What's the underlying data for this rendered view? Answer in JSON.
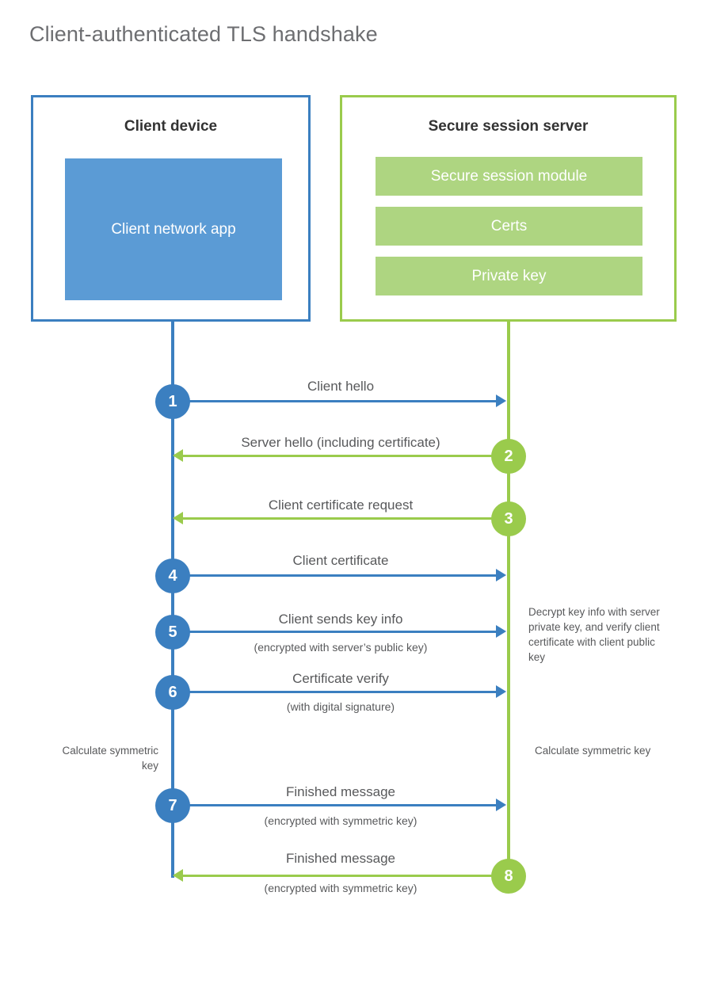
{
  "title": "Client-authenticated TLS handshake",
  "colors": {
    "client_blue": "#3b7fc0",
    "client_app_fill": "#5b9bd5",
    "server_green": "#9acb4c",
    "server_module_fill": "#aed581",
    "text": "#58595b",
    "title_text": "#6d6e71"
  },
  "actors": {
    "client": {
      "title": "Client device",
      "app_label": "Client network app"
    },
    "server": {
      "title": "Secure session server",
      "modules": [
        {
          "label": "Secure session module"
        },
        {
          "label": "Certs"
        },
        {
          "label": "Private key"
        }
      ]
    }
  },
  "steps": [
    {
      "number": "1",
      "label": "Client hello",
      "sublabel": "",
      "from": "client",
      "to": "server"
    },
    {
      "number": "2",
      "label": "Server hello (including certificate)",
      "sublabel": "",
      "from": "server",
      "to": "client"
    },
    {
      "number": "3",
      "label": "Client certificate request",
      "sublabel": "",
      "from": "server",
      "to": "client"
    },
    {
      "number": "4",
      "label": "Client certificate",
      "sublabel": "",
      "from": "client",
      "to": "server"
    },
    {
      "number": "5",
      "label": "Client sends key info",
      "sublabel": "(encrypted with server’s public key)",
      "from": "client",
      "to": "server"
    },
    {
      "number": "6",
      "label": "Certificate verify",
      "sublabel": "(with digital signature)",
      "from": "client",
      "to": "server"
    },
    {
      "number": "7",
      "label": "Finished message",
      "sublabel": "(encrypted with symmetric key)",
      "from": "client",
      "to": "server"
    },
    {
      "number": "8",
      "label": "Finished message",
      "sublabel": "(encrypted with symmetric key)",
      "from": "server",
      "to": "client"
    }
  ],
  "notes": {
    "server_decrypt": "Decrypt key info with server private key, and verify client certificate with client public key",
    "client_calculate": "Calculate symmetric key",
    "server_calculate": "Calculate symmetric key"
  }
}
